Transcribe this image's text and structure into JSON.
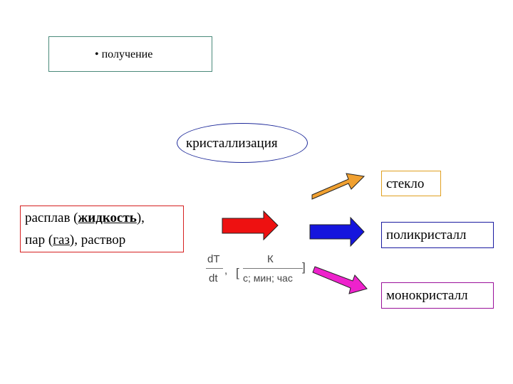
{
  "header": {
    "bullet_label": "• получение"
  },
  "process": {
    "label": "кристаллизация"
  },
  "source": {
    "line1_prefix": "расплав (",
    "line1_bold": "жидкость",
    "line1_suffix": "),",
    "line2_prefix": "пар (",
    "line2_underlined": "газ",
    "line2_suffix": "), раствор"
  },
  "results": [
    {
      "label": "стекло"
    },
    {
      "label": "поликристалл"
    },
    {
      "label": "монокристалл"
    }
  ],
  "formula": {
    "numerator": "dT",
    "denominator": "dt",
    "comma": ",",
    "open_bracket": "[",
    "unit_numerator": "К",
    "unit_denominator": "с; мин; час",
    "close_bracket": "]"
  },
  "colors": {
    "arrow_main": "#ee1111",
    "arrow_glass": "#f0a030",
    "arrow_poly": "#1515dd",
    "arrow_mono": "#ee22cc"
  }
}
